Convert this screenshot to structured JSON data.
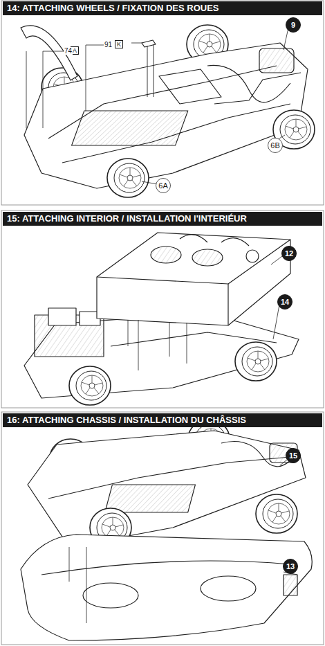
{
  "diagram": {
    "nodes": [
      {
        "text": [
          "14: ATTACHING WHEELS / FIXATION DES ROUES"
        ]
      },
      {
        "text": [
          "A"
        ]
      },
      {
        "text": [
          "K"
        ]
      },
      {
        "text": [
          "9"
        ]
      },
      {
        "text": [
          "6B"
        ]
      },
      {
        "text": [
          "6A"
        ]
      },
      {
        "text": [
          "15: ATTACHING INTERIOR / INSTALLATION l'INTERIÉUR"
        ]
      },
      {
        "text": [
          "12"
        ]
      },
      {
        "text": [
          "14"
        ]
      },
      {
        "text": [
          "16: ATTACHING CHASSIS / INSTALLATION DU CHÂSSIS"
        ]
      },
      {
        "text": [
          "15"
        ]
      },
      {
        "text": [
          "13"
        ]
      }
    ],
    "labels": [
      "74",
      "91"
    ]
  }
}
